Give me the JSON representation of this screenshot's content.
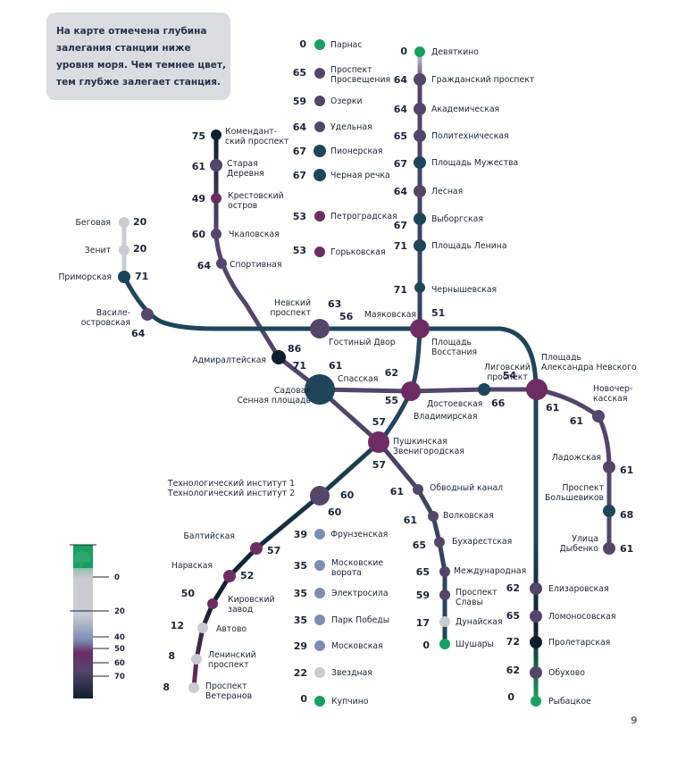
{
  "note": "На карте отмечена глубина залегания станции ниже уровня моря. Чем темнее цвет, тем глубже залегает станция.",
  "page_number": "9",
  "colors": {
    "d0": "#17a060",
    "d10": "#c9ccd2",
    "d30": "#7d8db3",
    "d50": "#6c2d63",
    "d60": "#54456b",
    "d70": "#1f4559",
    "d80": "#0f1f2d"
  },
  "legend": {
    "ticks": [
      "0",
      "20",
      "40",
      "50",
      "60",
      "70"
    ]
  },
  "stations": [
    {
      "id": "parnas",
      "name": "Парнас",
      "depth": "0"
    },
    {
      "id": "prosv",
      "name": "Проспект\nПросвещения",
      "depth": "65"
    },
    {
      "id": "ozerki",
      "name": "Озерки",
      "depth": "59"
    },
    {
      "id": "udel",
      "name": "Удельная",
      "depth": "64"
    },
    {
      "id": "pioner",
      "name": "Пионерская",
      "depth": "67"
    },
    {
      "id": "chernrech",
      "name": "Черная речка",
      "depth": "67"
    },
    {
      "id": "petrogr",
      "name": "Петроградская",
      "depth": "53"
    },
    {
      "id": "gorkov",
      "name": "Горьковская",
      "depth": "53"
    },
    {
      "id": "nevsky",
      "name": "Невский\nпроспект",
      "depth": "63"
    },
    {
      "id": "gostdvor",
      "name": "Гостиный Двор",
      "depth": "56"
    },
    {
      "id": "sennaya",
      "name": "Садовая\nСенная площадь",
      "depth": "71"
    },
    {
      "id": "spasskaya",
      "name": "Спасская",
      "depth": "61"
    },
    {
      "id": "tekhinst",
      "name": "Технологический институт 1\nТехнологический институт 2",
      "depth": "60"
    },
    {
      "id": "tekhinst2",
      "name": "",
      "depth": "60"
    },
    {
      "id": "frunz",
      "name": "Фрунзенская",
      "depth": "39"
    },
    {
      "id": "moskvor",
      "name": "Московские\nворота",
      "depth": "35"
    },
    {
      "id": "elektro",
      "name": "Электросила",
      "depth": "35"
    },
    {
      "id": "parkpob",
      "name": "Парк Победы",
      "depth": "35"
    },
    {
      "id": "moskov",
      "name": "Московская",
      "depth": "29"
    },
    {
      "id": "zvezd",
      "name": "Звездная",
      "depth": "22"
    },
    {
      "id": "kupch",
      "name": "Купчино",
      "depth": "0"
    },
    {
      "id": "devyat",
      "name": "Девяткино",
      "depth": "0"
    },
    {
      "id": "grazhd",
      "name": "Гражданский проспект",
      "depth": "64"
    },
    {
      "id": "akadem",
      "name": "Академическая",
      "depth": "64"
    },
    {
      "id": "politekh",
      "name": "Политехническая",
      "depth": "65"
    },
    {
      "id": "plmuzh",
      "name": "Площадь Мужества",
      "depth": "67"
    },
    {
      "id": "lesnaya",
      "name": "Лесная",
      "depth": "64"
    },
    {
      "id": "vyborg",
      "name": "Выборгская",
      "depth": "67"
    },
    {
      "id": "pllenina",
      "name": "Площадь Ленина",
      "depth": "71"
    },
    {
      "id": "chernysh",
      "name": "Чернышевская",
      "depth": "71"
    },
    {
      "id": "plvosst",
      "name": "Площадь\nВосстания",
      "depth": "51"
    },
    {
      "id": "mayak",
      "name": "Маяковская",
      "depth": "51"
    },
    {
      "id": "vladim",
      "name": "Владимирская",
      "depth": "55"
    },
    {
      "id": "dostoev",
      "name": "Достоевская",
      "depth": "62"
    },
    {
      "id": "pushk",
      "name": "Пушкинская\nЗвенигородская",
      "depth": "57"
    },
    {
      "id": "zvenig",
      "name": "",
      "depth": "57"
    },
    {
      "id": "tekhinst_frunz",
      "name": "",
      "depth": ""
    },
    {
      "id": "baltiy",
      "name": "Балтийская",
      "depth": "57"
    },
    {
      "id": "narvsk",
      "name": "Нарвская",
      "depth": "52"
    },
    {
      "id": "kirovz",
      "name": "Кировский\nзавод",
      "depth": "50"
    },
    {
      "id": "avtovo",
      "name": "Автово",
      "depth": "12"
    },
    {
      "id": "leninpr",
      "name": "Ленинский\nпроспект",
      "depth": "8"
    },
    {
      "id": "prvet",
      "name": "Проспект\nВетеранов",
      "depth": "8"
    },
    {
      "id": "komend",
      "name": "Комендант-\nский проспект",
      "depth": "75"
    },
    {
      "id": "stderev",
      "name": "Старая\nДеревня",
      "depth": "61"
    },
    {
      "id": "krestov",
      "name": "Крестовский\nостров",
      "depth": "49"
    },
    {
      "id": "chkalov",
      "name": "Чкаловская",
      "depth": "60"
    },
    {
      "id": "sportiv",
      "name": "Спортивная",
      "depth": "64"
    },
    {
      "id": "admir",
      "name": "Адмиралтейская",
      "depth": "86"
    },
    {
      "id": "obvkan",
      "name": "Обводный канал",
      "depth": "61"
    },
    {
      "id": "volkov",
      "name": "Волковская",
      "depth": "61"
    },
    {
      "id": "bukhar",
      "name": "Бухарестская",
      "depth": "65"
    },
    {
      "id": "mezhdun",
      "name": "Международная",
      "depth": "65"
    },
    {
      "id": "prslavy",
      "name": "Проспект\nСлавы",
      "depth": "59"
    },
    {
      "id": "dunay",
      "name": "Дунайская",
      "depth": "17"
    },
    {
      "id": "shushary",
      "name": "Шушары",
      "depth": "0"
    },
    {
      "id": "begov",
      "name": "Беговая",
      "depth": "20"
    },
    {
      "id": "zenit",
      "name": "Зенит",
      "depth": "20"
    },
    {
      "id": "primor",
      "name": "Приморская",
      "depth": "71"
    },
    {
      "id": "vasil",
      "name": "Василе-\nостровская",
      "depth": "64"
    },
    {
      "id": "ligov",
      "name": "Лиговский\nпроспект",
      "depth": "66"
    },
    {
      "id": "plaln",
      "name": "Площадь\nАлександра Невского",
      "depth": "54"
    },
    {
      "id": "plaln2",
      "name": "",
      "depth": "61"
    },
    {
      "id": "novocherk",
      "name": "Новочер-\nкасская",
      "depth": "61"
    },
    {
      "id": "ladozh",
      "name": "Ладожская",
      "depth": "61"
    },
    {
      "id": "prbolsh",
      "name": "Проспект\nБольшевиков",
      "depth": "68"
    },
    {
      "id": "dybenko",
      "name": "Улица\nДыбенко",
      "depth": "61"
    },
    {
      "id": "elizar",
      "name": "Елизаровская",
      "depth": "62"
    },
    {
      "id": "lomon",
      "name": "Ломоносовская",
      "depth": "65"
    },
    {
      "id": "proletar",
      "name": "Пролетарская",
      "depth": "72"
    },
    {
      "id": "obukh",
      "name": "Обухово",
      "depth": "62"
    },
    {
      "id": "rybats",
      "name": "Рыбацкое",
      "depth": "0"
    }
  ]
}
